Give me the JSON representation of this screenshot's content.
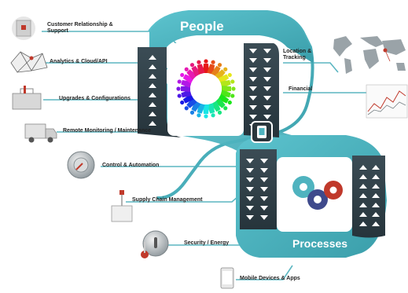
{
  "diagram": {
    "top_title": "People",
    "bottom_title": "Processes",
    "colors": {
      "teal": "#4fb3bf",
      "teal_dark": "#2e8f9b",
      "dark_panel": "#2f3f47",
      "line": "#5bb6c1",
      "red": "#c0392b",
      "gray": "#9aa3a8"
    },
    "left_items": [
      {
        "label": "Customer Relationship & Support",
        "icon": "crm-box-icon"
      },
      {
        "label": "Analytics & Cloud/API",
        "icon": "analytics-network-icon"
      },
      {
        "label": "Upgrades & Configurations",
        "icon": "toolbox-icon"
      },
      {
        "label": "Remote Monitoring / Maintenance",
        "icon": "truck-icon"
      },
      {
        "label": "Control & Automation",
        "icon": "control-dial-icon"
      },
      {
        "label": "Supply Chain Management",
        "icon": "crane-hook-icon"
      },
      {
        "label": "Security / Energy",
        "icon": "thermostat-icon"
      },
      {
        "label": "Mobile Devices & Apps",
        "icon": "mobile-phone-icon"
      }
    ],
    "right_items": [
      {
        "label": "Location & Tracking",
        "icon": "world-map-icon"
      },
      {
        "label": "Financial",
        "icon": "finance-chart-icon"
      }
    ],
    "center_icons": [
      "people-ring-icon",
      "smart-device-icon",
      "gears-icon"
    ]
  }
}
